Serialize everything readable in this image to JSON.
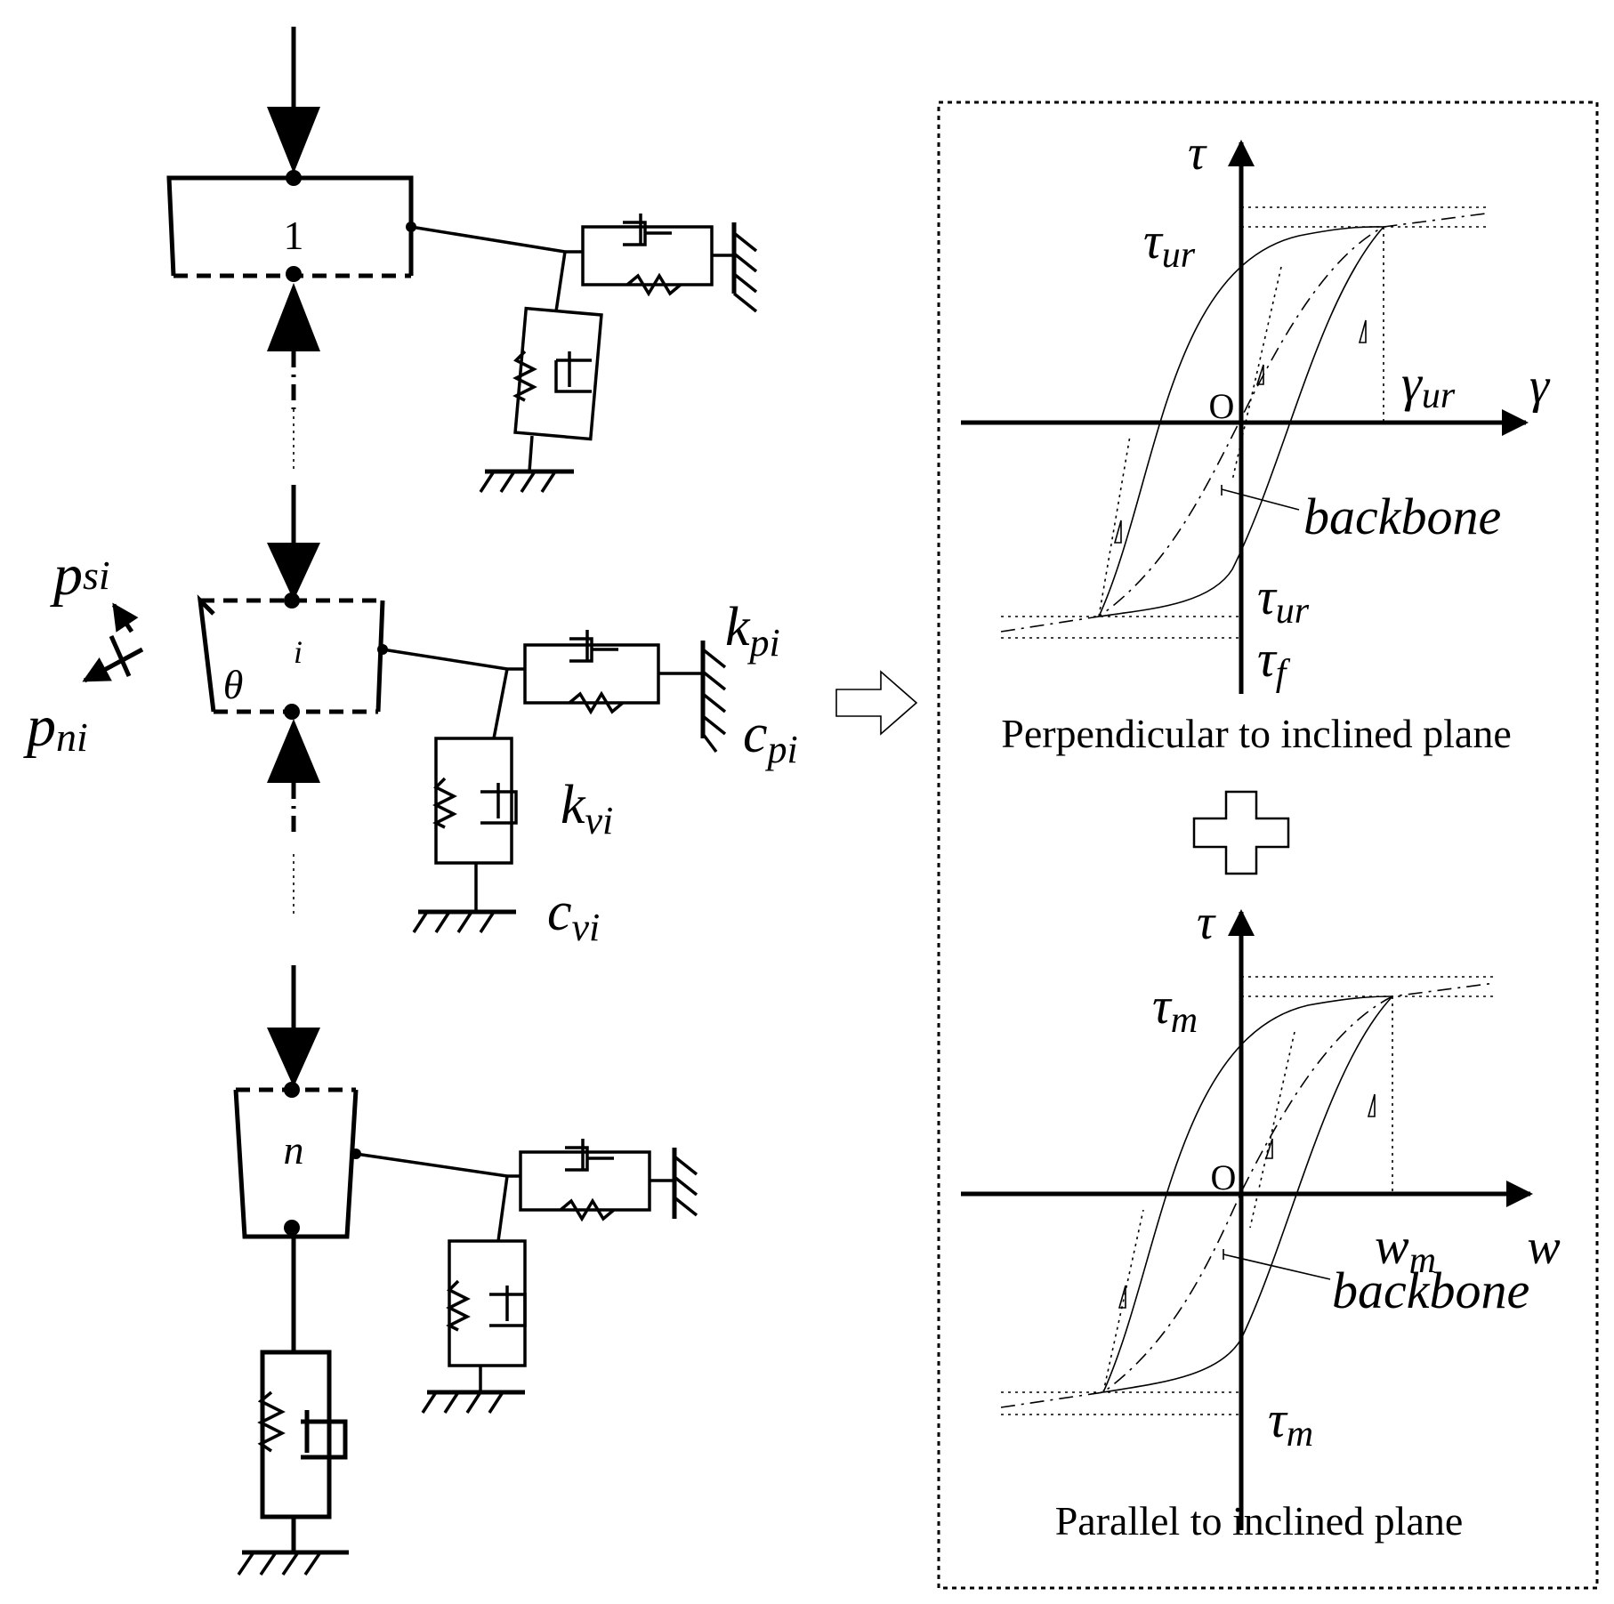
{
  "model": {
    "element_top_label": "1",
    "element_middle_label": "i",
    "element_bottom_label": "n",
    "angle_label": "θ",
    "load_labels": {
      "p_s": {
        "base": "p",
        "sub": "si"
      },
      "p_n": {
        "base": "p",
        "sub": "ni"
      }
    },
    "spring_labels": {
      "k_p": {
        "base": "k",
        "sub": "pi"
      },
      "c_p": {
        "base": "c",
        "sub": "pi"
      },
      "k_v": {
        "base": "k",
        "sub": "vi"
      },
      "c_v": {
        "base": "c",
        "sub": "vi"
      }
    }
  },
  "plot_perpendicular": {
    "y_axis": "τ",
    "x_axis": "γ",
    "origin": "O",
    "top_label": {
      "base": "τ",
      "sub": "ur"
    },
    "x_point_label": {
      "base": "γ",
      "sub": "ur"
    },
    "bottom_label_1": {
      "base": "τ",
      "sub": "ur"
    },
    "bottom_label_2": {
      "base": "τ",
      "sub": "f"
    },
    "curve_label": "backbone",
    "caption": "Perpendicular to inclined plane"
  },
  "plot_parallel": {
    "y_axis": "τ",
    "x_axis": "w",
    "origin": "O",
    "top_label": {
      "base": "τ",
      "sub": "m"
    },
    "x_point_label": {
      "base": "w",
      "sub": "m"
    },
    "bottom_label": {
      "base": "τ",
      "sub": "m"
    },
    "curve_label": "backbone",
    "caption": "Parallel to inclined plane"
  }
}
